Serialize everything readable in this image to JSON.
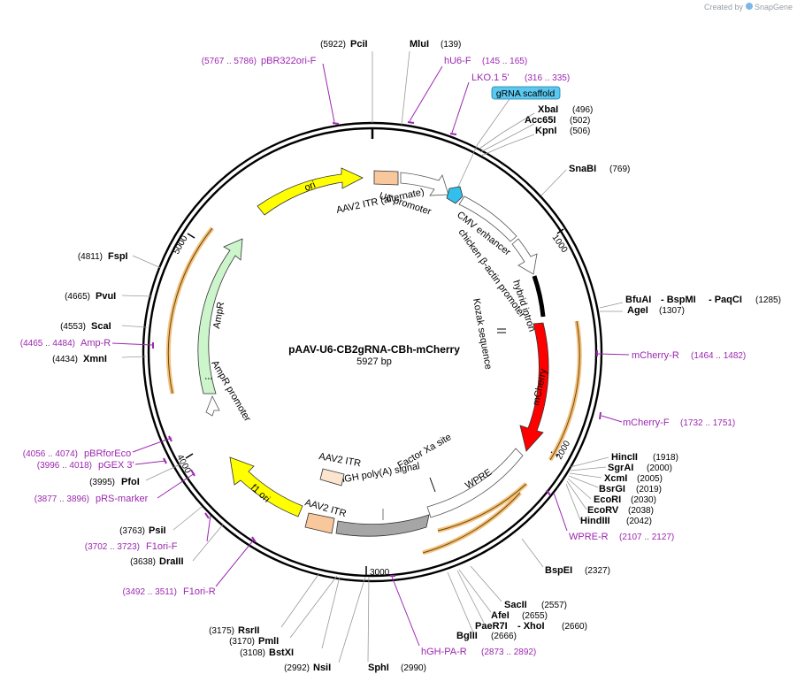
{
  "watermark": {
    "text": "Created by",
    "brand": "SnapGene",
    "icon": "snapgene-logo-icon"
  },
  "plasmid": {
    "name": "pAAV-U6-CB2gRNA-CBh-mCherry",
    "size": "5927 bp"
  },
  "ruler_ticks": [
    "1000",
    "2000",
    "3000",
    "4000",
    "5000"
  ],
  "features": [
    {
      "label": "ori",
      "color": "#ffff00"
    },
    {
      "label": "AAV2 ITR (alternate)",
      "color": "#f8c89c"
    },
    {
      "label": "U6 promoter",
      "color": "#ffffff"
    },
    {
      "label": "gRNA scaffold",
      "color": "#33bfeb"
    },
    {
      "label": "CMV enhancer",
      "color": "#ffffff"
    },
    {
      "label": "chicken β-actin promoter",
      "color": "#ffffff"
    },
    {
      "label": "hybrid intron",
      "color": "#000000"
    },
    {
      "label": "Kozak sequence",
      "color": "#000000"
    },
    {
      "label": "mCherry",
      "color": "#ff0000"
    },
    {
      "label": "WPRE",
      "color": "#ffffff"
    },
    {
      "label": "Factor Xa site",
      "color": "#000000"
    },
    {
      "label": "hGH poly(A) signal",
      "color": "#a6a6a6"
    },
    {
      "label": "AAV2 ITR",
      "color": "#f8c89c"
    },
    {
      "label": "AAV2 ITR",
      "color": "#f8c89c"
    },
    {
      "label": "f1 ori",
      "color": "#ffff00"
    },
    {
      "label": "AmpR",
      "color": "#ccf5cc"
    },
    {
      "label": "AmpR promoter",
      "color": "#ffffff"
    }
  ],
  "enzymes": [
    {
      "name": "PciI",
      "pos": "(5922)"
    },
    {
      "name": "MluI",
      "pos": "(139)"
    },
    {
      "name": "XbaI",
      "pos": "(496)"
    },
    {
      "name": "Acc65I",
      "pos": "(502)"
    },
    {
      "name": "KpnI",
      "pos": "(506)"
    },
    {
      "name": "SnaBI",
      "pos": "(769)"
    },
    {
      "name": "BfuAI",
      "pos": ""
    },
    {
      "name": "- BspMI",
      "pos": ""
    },
    {
      "name": "- PaqCI",
      "pos": "(1285)"
    },
    {
      "name": "AgeI",
      "pos": "(1307)"
    },
    {
      "name": "HincII",
      "pos": "(1918)"
    },
    {
      "name": "SgrAI",
      "pos": "(2000)"
    },
    {
      "name": "XcmI",
      "pos": "(2005)"
    },
    {
      "name": "BsrGI",
      "pos": "(2019)"
    },
    {
      "name": "EcoRI",
      "pos": "(2030)"
    },
    {
      "name": "EcoRV",
      "pos": "(2038)"
    },
    {
      "name": "HindIII",
      "pos": "(2042)"
    },
    {
      "name": "BspEI",
      "pos": "(2327)"
    },
    {
      "name": "SacII",
      "pos": "(2557)"
    },
    {
      "name": "AfeI",
      "pos": "(2655)"
    },
    {
      "name": "PaeR7I",
      "pos": ""
    },
    {
      "name": "- XhoI",
      "pos": "(2660)"
    },
    {
      "name": "BglII",
      "pos": "(2666)"
    },
    {
      "name": "SphI",
      "pos": "(2990)"
    },
    {
      "name": "NsiI",
      "pos": "(2992)"
    },
    {
      "name": "BstXI",
      "pos": "(3108)"
    },
    {
      "name": "PmlI",
      "pos": "(3170)"
    },
    {
      "name": "RsrII",
      "pos": "(3175)"
    },
    {
      "name": "DraIII",
      "pos": "(3638)"
    },
    {
      "name": "PsiI",
      "pos": "(3763)"
    },
    {
      "name": "PfoI",
      "pos": "(3995)"
    },
    {
      "name": "XmnI",
      "pos": "(4434)"
    },
    {
      "name": "ScaI",
      "pos": "(4553)"
    },
    {
      "name": "PvuI",
      "pos": "(4665)"
    },
    {
      "name": "FspI",
      "pos": "(4811)"
    }
  ],
  "primers": [
    {
      "name": "pBR322ori-F",
      "range": "(5767 .. 5786)"
    },
    {
      "name": "hU6-F",
      "range": "(145 .. 165)"
    },
    {
      "name": "LKO.1 5'",
      "range": "(316 .. 335)"
    },
    {
      "name": "mCherry-R",
      "range": "(1464 .. 1482)"
    },
    {
      "name": "mCherry-F",
      "range": "(1732 .. 1751)"
    },
    {
      "name": "WPRE-R",
      "range": "(2107 .. 2127)"
    },
    {
      "name": "hGH-PA-R",
      "range": "(2873 .. 2892)"
    },
    {
      "name": "F1ori-R",
      "range": "(3492 .. 3511)"
    },
    {
      "name": "F1ori-F",
      "range": "(3702 .. 3723)"
    },
    {
      "name": "pRS-marker",
      "range": "(3877 .. 3896)"
    },
    {
      "name": "pGEX 3'",
      "range": "(3996 .. 4018)"
    },
    {
      "name": "pBRforEco",
      "range": "(4056 .. 4074)"
    },
    {
      "name": "Amp-R",
      "range": "(4465 .. 4484)"
    }
  ]
}
